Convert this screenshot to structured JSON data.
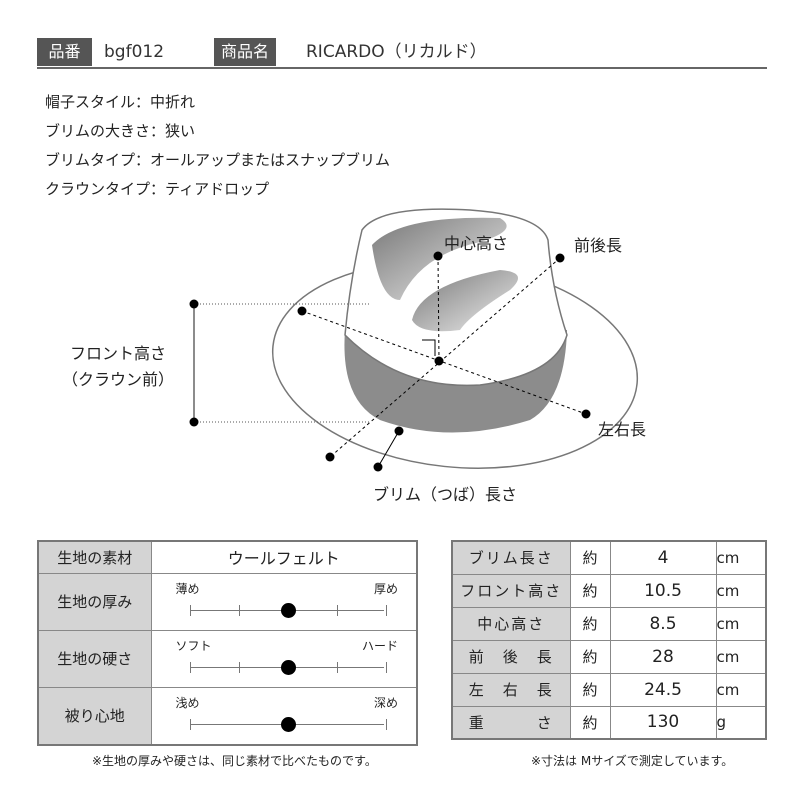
{
  "header": {
    "code_label": "品番",
    "code": "bgf012",
    "name_label": "商品名",
    "name": "RICARDO（リカルド）"
  },
  "specs": [
    "帽子スタイル：中折れ",
    "ブリムの大きさ：狭い",
    "ブリムタイプ：オールアップまたはスナップブリム",
    "クラウンタイプ：ティアドロップ"
  ],
  "diagram": {
    "center_height": "中心高さ",
    "front_back": "前後長",
    "front_height_1": "フロント高さ",
    "front_height_2": "（クラウン前）",
    "left_right": "左右長",
    "brim_length": "ブリム（つば）長さ",
    "band_color": "#8c8c8c"
  },
  "fabric": {
    "material_label": "生地の素材",
    "material": "ウールフェルト",
    "rows": [
      {
        "label": "生地の厚み",
        "left": "薄め",
        "right": "厚め",
        "level": 0.5,
        "ticks": 5
      },
      {
        "label": "生地の硬さ",
        "left": "ソフト",
        "right": "ハード",
        "level": 0.5,
        "ticks": 5
      },
      {
        "label": "被り心地",
        "left": "浅め",
        "right": "深め",
        "level": 0.5,
        "ticks": 2
      }
    ],
    "note": "※生地の厚みや硬さは、同じ素材で比べたものです。"
  },
  "sizes": {
    "rows": [
      {
        "label": "ブリム長さ",
        "approx": "約",
        "value": "4",
        "unit": "cm"
      },
      {
        "label": "フロント高さ",
        "approx": "約",
        "value": "10.5",
        "unit": "cm"
      },
      {
        "label": "中心高さ",
        "approx": "約",
        "value": "8.5",
        "unit": "cm"
      },
      {
        "label": "前　後　長",
        "approx": "約",
        "value": "28",
        "unit": "cm"
      },
      {
        "label": "左　右　長",
        "approx": "約",
        "value": "24.5",
        "unit": "cm"
      },
      {
        "label": "重　　　さ",
        "approx": "約",
        "value": "130",
        "unit": "g"
      }
    ],
    "note": "※寸法は Mサイズで測定しています。"
  }
}
